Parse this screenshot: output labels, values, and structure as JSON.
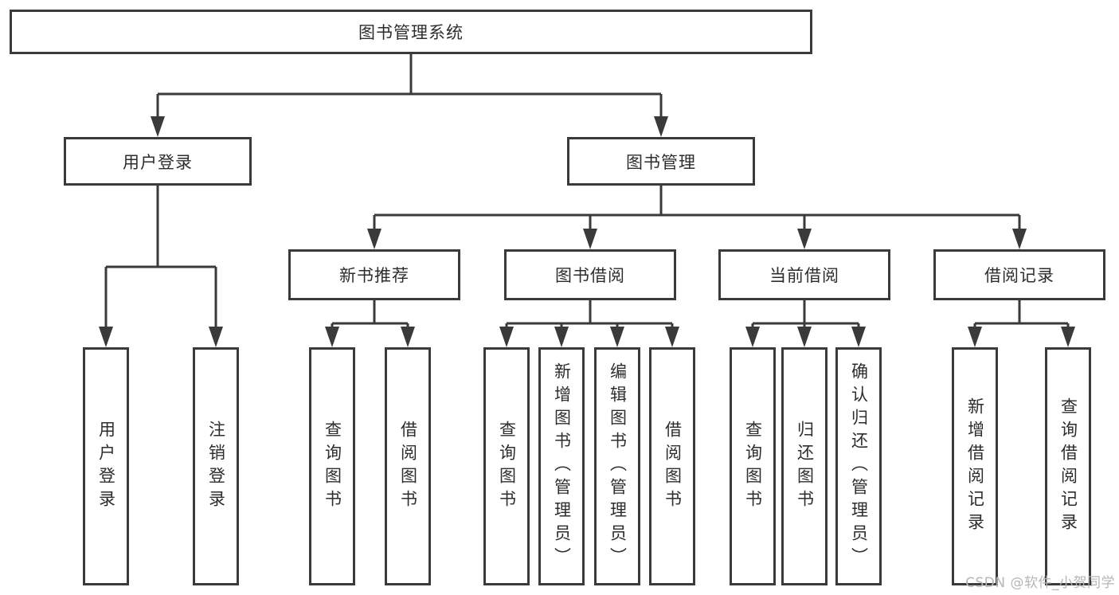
{
  "diagram": {
    "root": {
      "label": "图书管理系统"
    },
    "level2": [
      {
        "label": "用户登录"
      },
      {
        "label": "图书管理"
      }
    ],
    "level3": [
      {
        "label": "新书推荐"
      },
      {
        "label": "图书借阅"
      },
      {
        "label": "当前借阅"
      },
      {
        "label": "借阅记录"
      }
    ],
    "leaves": {
      "user": [
        {
          "label": "用户登录"
        },
        {
          "label": "注销登录"
        }
      ],
      "newbook": [
        {
          "label": "查询图书"
        },
        {
          "label": "借阅图书"
        }
      ],
      "borrow": [
        {
          "label": "查询图书"
        },
        {
          "label": "新增图书（管理员）"
        },
        {
          "label": "编辑图书（管理员）"
        },
        {
          "label": "借阅图书"
        }
      ],
      "current": [
        {
          "label": "查询图书"
        },
        {
          "label": "归还图书"
        },
        {
          "label": "确认归还（管理员）"
        }
      ],
      "record": [
        {
          "label": "新增借阅记录"
        },
        {
          "label": "查询借阅记录"
        }
      ]
    }
  },
  "watermark": {
    "text": "CSDN @软件_小贺同学"
  },
  "colors": {
    "line": "#3a3a3a",
    "box_border": "#3a3a3a",
    "box_background": "#ffffff",
    "text": "#2d2d2d",
    "watermark": "#b5b5b5",
    "background": "#ffffff"
  }
}
